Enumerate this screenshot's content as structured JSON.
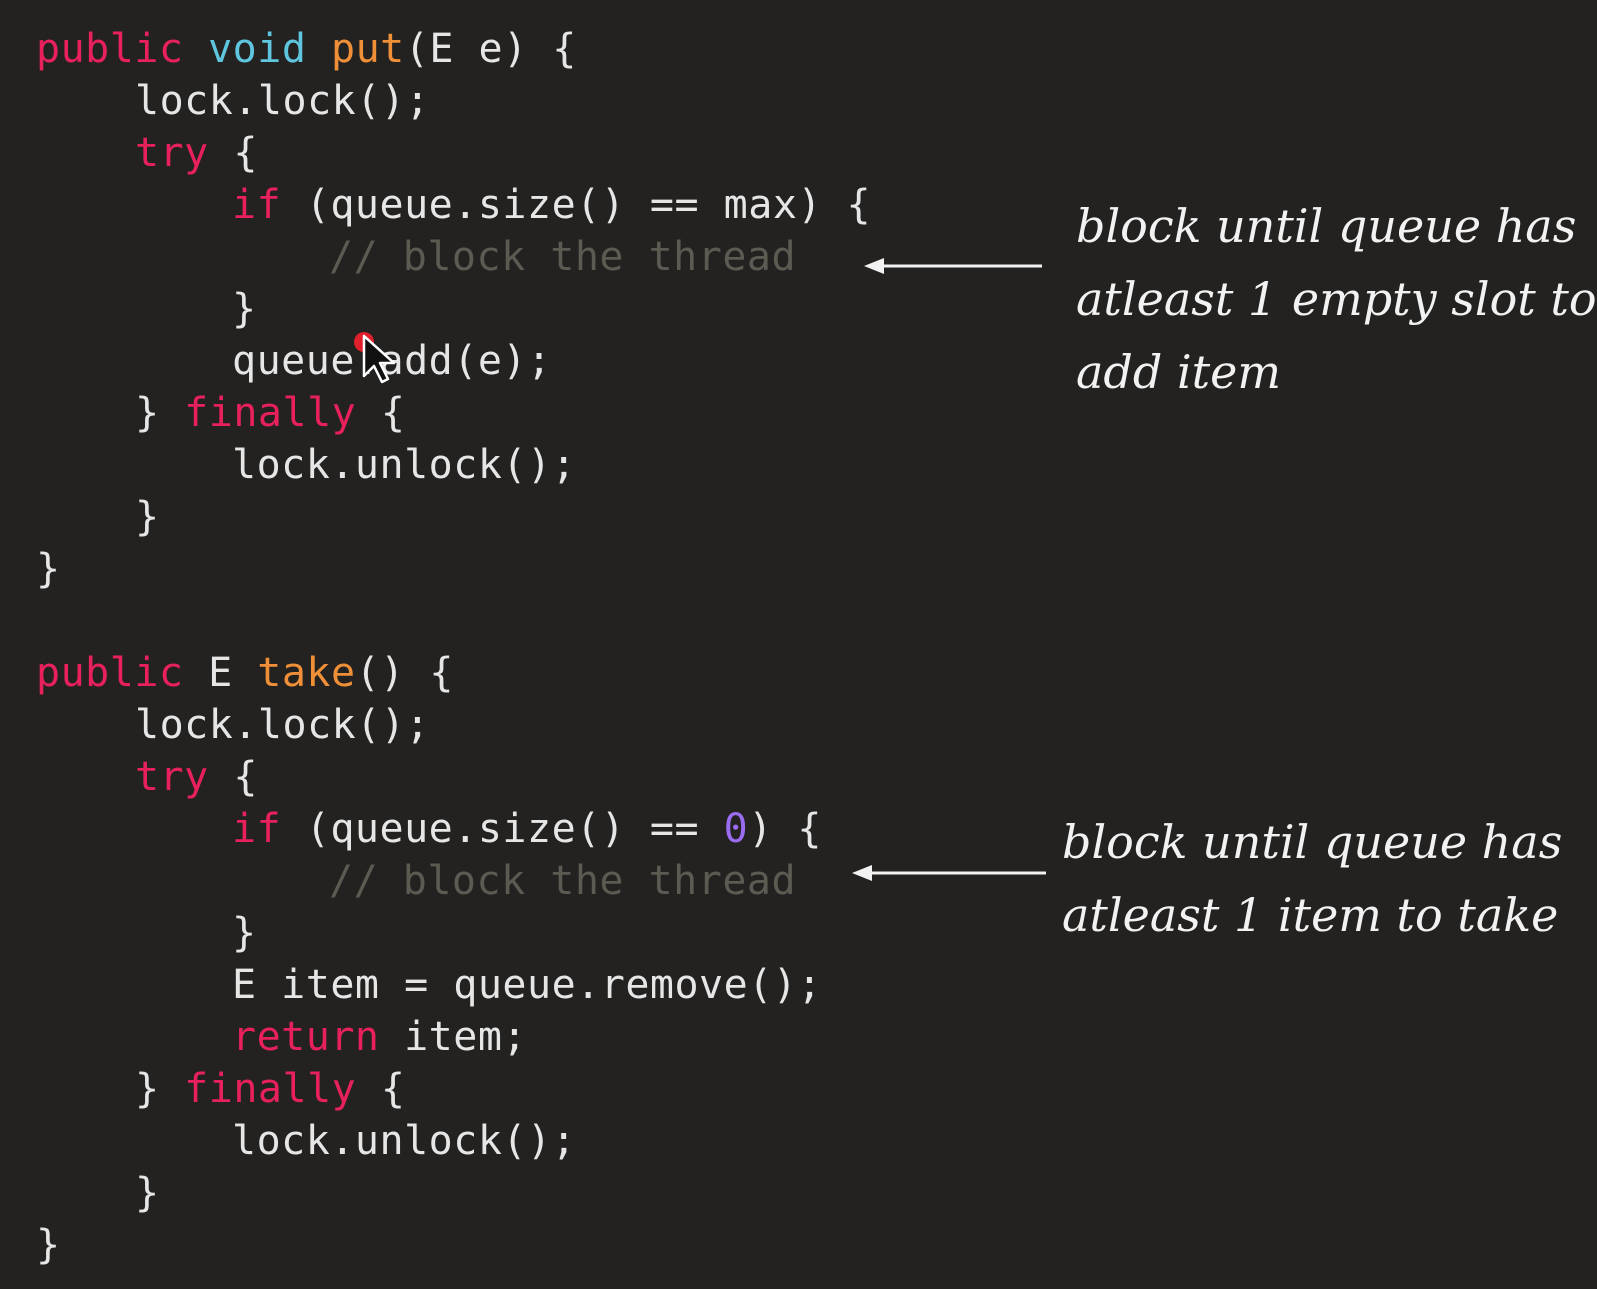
{
  "put_method": {
    "lines": [
      [
        [
          "kw",
          "public"
        ],
        [
          "plain",
          " "
        ],
        [
          "type",
          "void"
        ],
        [
          "plain",
          " "
        ],
        [
          "fn",
          "put"
        ],
        [
          "plain",
          "(E e) {"
        ]
      ],
      [
        [
          "plain",
          "lock.lock();"
        ]
      ],
      [
        [
          "kw",
          "try"
        ],
        [
          "plain",
          " {"
        ]
      ],
      [
        [
          "kw",
          "if"
        ],
        [
          "plain",
          " (queue.size() == max) {"
        ]
      ],
      [
        [
          "cmt",
          "// block the thread"
        ]
      ],
      [
        [
          "plain",
          "}"
        ]
      ],
      [
        [
          "plain",
          "queue.add(e);"
        ]
      ],
      [
        [
          "plain",
          "} "
        ],
        [
          "kw",
          "finally"
        ],
        [
          "plain",
          " {"
        ]
      ],
      [
        [
          "plain",
          "lock.unlock();"
        ]
      ],
      [
        [
          "plain",
          "}"
        ]
      ],
      [
        [
          "plain",
          "}"
        ]
      ]
    ],
    "indent": [
      0,
      1,
      1,
      2,
      3,
      2,
      2,
      1,
      2,
      1,
      0
    ],
    "note": "block until queue has\natleast 1 empty slot to\nadd item"
  },
  "take_method": {
    "lines": [
      [
        [
          "kw",
          "public"
        ],
        [
          "plain",
          " E "
        ],
        [
          "fn",
          "take"
        ],
        [
          "plain",
          "() {"
        ]
      ],
      [
        [
          "plain",
          "lock.lock();"
        ]
      ],
      [
        [
          "kw",
          "try"
        ],
        [
          "plain",
          " {"
        ]
      ],
      [
        [
          "kw",
          "if"
        ],
        [
          "plain",
          " (queue.size() == "
        ],
        [
          "num",
          "0"
        ],
        [
          "plain",
          ") {"
        ]
      ],
      [
        [
          "cmt",
          "// block the thread"
        ]
      ],
      [
        [
          "plain",
          "}"
        ]
      ],
      [
        [
          "plain",
          "E item = queue.remove();"
        ]
      ],
      [
        [
          "kw",
          "return"
        ],
        [
          "plain",
          " item;"
        ]
      ],
      [
        [
          "plain",
          "} "
        ],
        [
          "kw",
          "finally"
        ],
        [
          "plain",
          " {"
        ]
      ],
      [
        [
          "plain",
          "lock.unlock();"
        ]
      ],
      [
        [
          "plain",
          "}"
        ]
      ],
      [
        [
          "plain",
          "}"
        ]
      ]
    ],
    "indent": [
      0,
      1,
      1,
      2,
      3,
      2,
      2,
      2,
      1,
      2,
      1,
      0
    ],
    "note": "block until queue has\natleast 1 item to take"
  },
  "colors": {
    "background": "#232221",
    "keyword": "#e8205c",
    "type": "#5fc6e0",
    "function": "#ef8f38",
    "number": "#9b6cf0",
    "comment": "#5d5a52",
    "text": "#e6e6e6",
    "annotation": "#f2f2f2",
    "cursor_dot": "#e0202a"
  },
  "icons": {
    "arrow": "left-arrow-icon",
    "cursor": "mouse-pointer-icon"
  }
}
